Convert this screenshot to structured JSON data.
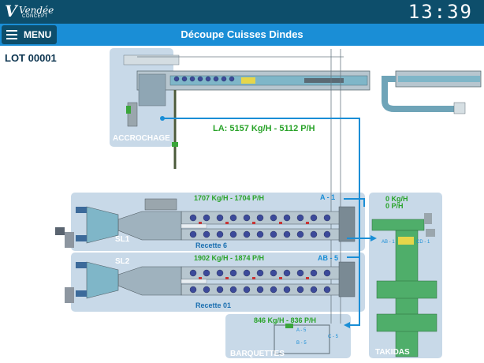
{
  "header": {
    "logo_brand": "Vendée",
    "logo_sub": "CONCEPT",
    "clock": "13:39"
  },
  "titlebar": {
    "menu_label": "MENU",
    "title": "Découpe Cuisses Dindes"
  },
  "lot": "LOT 00001",
  "accrochage": {
    "label": "ACCROCHAGE",
    "rate": "LA: 5157 Kg/H - 5112 P/H"
  },
  "sl1": {
    "label": "SL1",
    "rate": "1707 Kg/H - 1704 P/H",
    "recipe": "Recette 6",
    "output": "A - 1"
  },
  "sl2": {
    "label": "SL2",
    "rate": "1902 Kg/H - 1874 P/H",
    "recipe": "Recette 01",
    "output": "AB - 5"
  },
  "barquettes": {
    "label": "BARQUETTES",
    "rate": "846 Kg/H - 836 P/H",
    "markers": [
      "A - 5",
      "B - 5",
      "C - 5"
    ]
  },
  "takidas": {
    "label": "TAKIDAS",
    "rate_kg": "0 Kg/H",
    "rate_p": "0 P/H",
    "markers": [
      "AB - 1",
      "CD - 1"
    ]
  },
  "colors": {
    "header_bg": "#0d4e6b",
    "titlebar_bg": "#1a8ed6",
    "zone_bg": "#c8d9e8",
    "rate_green": "#29a329",
    "flow_blue": "#1a8ed6"
  }
}
